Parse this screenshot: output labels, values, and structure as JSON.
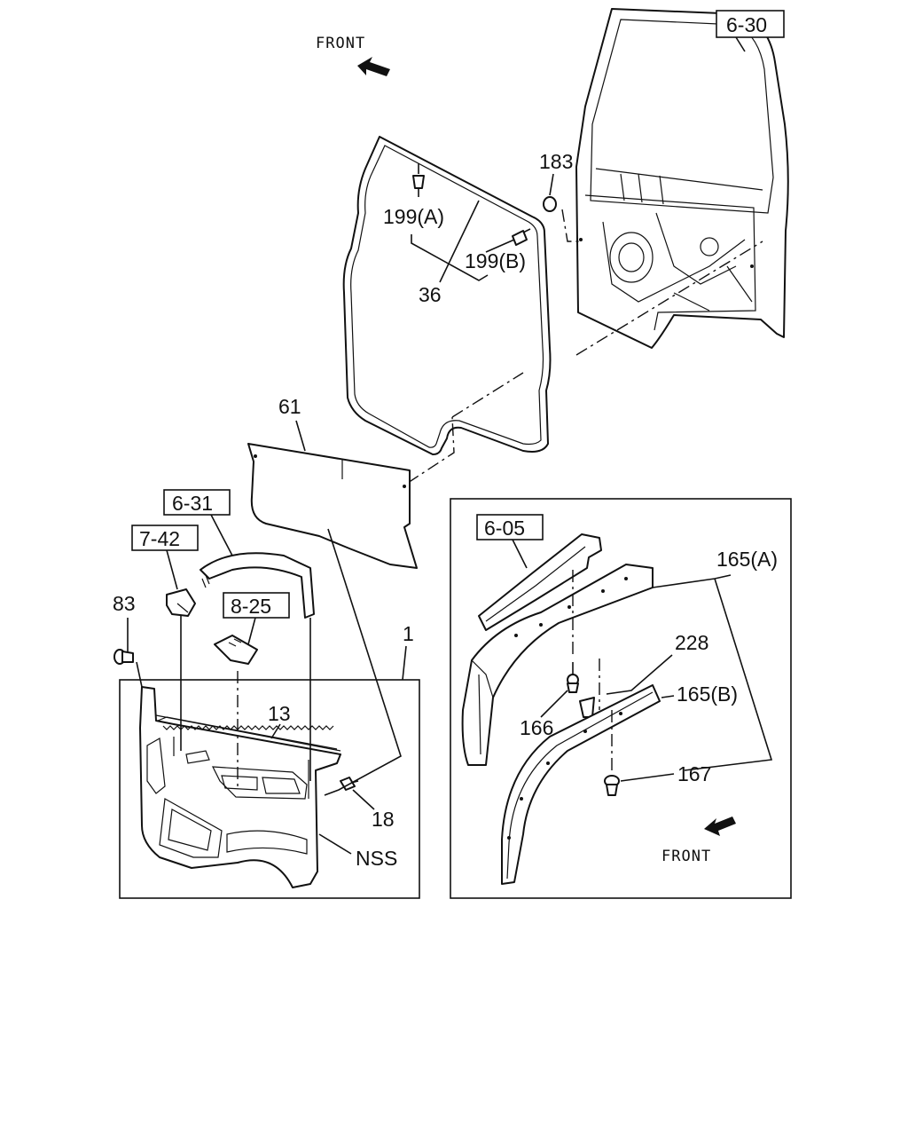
{
  "front_top": "FRONT",
  "front_bottom": "FRONT",
  "refs": {
    "r630": "6-30",
    "r631": "6-31",
    "r742": "7-42",
    "r825": "8-25",
    "r605": "6-05"
  },
  "parts": {
    "p183": "183",
    "p199a": "199(A)",
    "p199b": "199(B)",
    "p36": "36",
    "p61": "61",
    "p83": "83",
    "p1": "1",
    "p13": "13",
    "p18": "18",
    "nss": "NSS",
    "p165a": "165(A)",
    "p228": "228",
    "p165b": "165(B)",
    "p166": "166",
    "p167": "167"
  }
}
